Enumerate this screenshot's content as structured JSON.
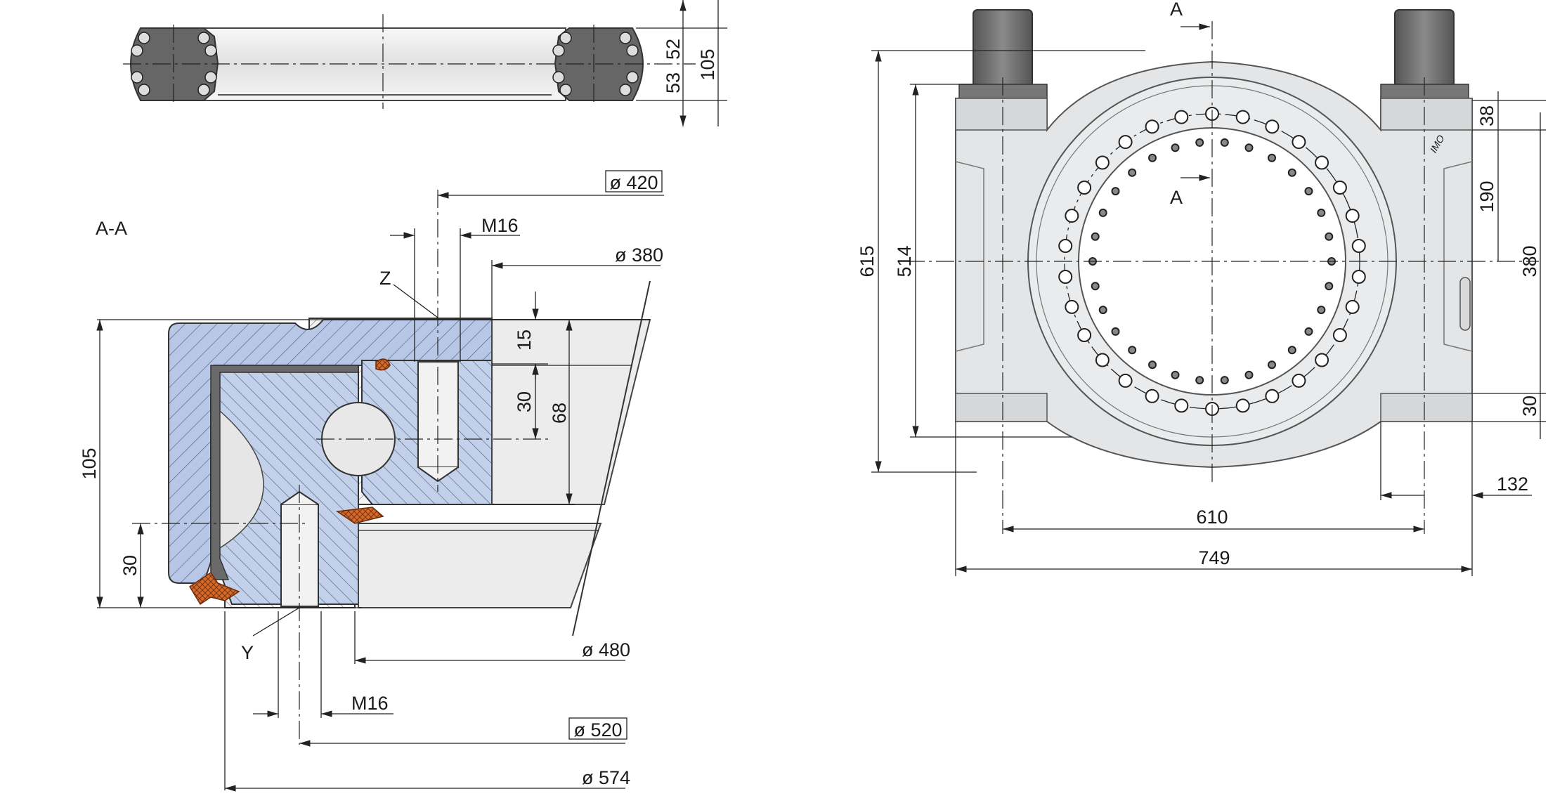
{
  "colors": {
    "outer_ring": "#b8c7e6",
    "inner_ring": "#c3d0ea",
    "seal": "#d66a2a",
    "housing": "#e3e5e6",
    "motor": "#6f6f6f"
  },
  "section_label": "A-A",
  "detail_labels": {
    "z": "Z",
    "y": "Y"
  },
  "cut_marks": {
    "top": "A",
    "bottom": "A"
  },
  "dimensions": {
    "d420": "ø 420",
    "m16_top": "M16",
    "d380": "ø 380",
    "h15": "15",
    "h30_mid": "30",
    "h68": "68",
    "h105_left": "105",
    "h30_left": "30",
    "d480": "ø 480",
    "m16_bottom": "M16",
    "d520": "ø 520",
    "d574": "ø 574",
    "top_52": "52",
    "top_53": "53",
    "top_105": "105",
    "r615": "615",
    "r514": "514",
    "r38": "38",
    "r190": "190",
    "r380": "380",
    "r30": "30",
    "r132": "132",
    "r610": "610",
    "r749": "749"
  },
  "housing_mark": "IMO"
}
